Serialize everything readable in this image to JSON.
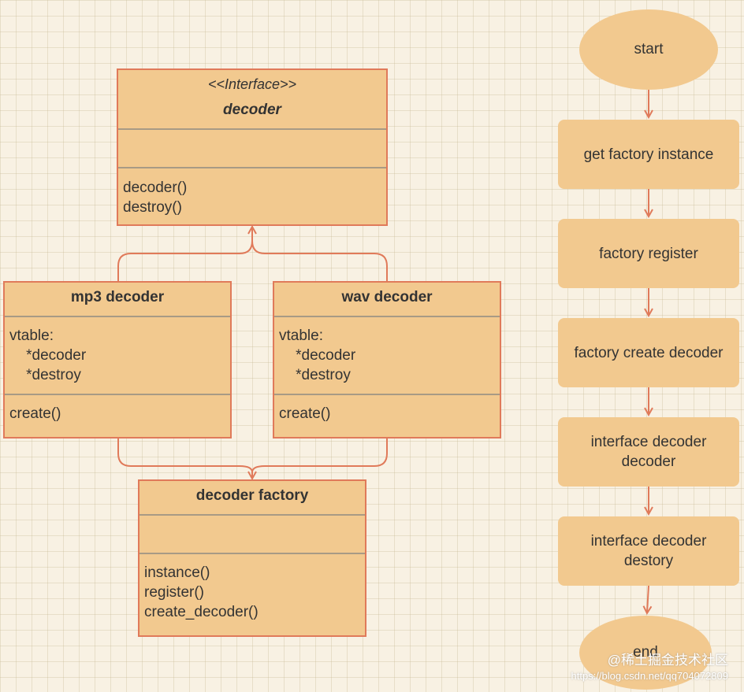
{
  "uml": {
    "decoder_interface": {
      "stereotype": "<<Interface>>",
      "name": "decoder",
      "attributes": [],
      "methods": [
        "decoder()",
        "destroy()"
      ]
    },
    "mp3_decoder": {
      "name": "mp3 decoder",
      "attributes": [
        "vtable:",
        "    *decoder",
        "    *destroy"
      ],
      "methods": [
        "create()"
      ]
    },
    "wav_decoder": {
      "name": "wav decoder",
      "attributes": [
        "vtable:",
        "    *decoder",
        "    *destroy"
      ],
      "methods": [
        "create()"
      ]
    },
    "decoder_factory": {
      "name": "decoder factory",
      "attributes": [],
      "methods": [
        "instance()",
        "register()",
        "create_decoder()"
      ]
    }
  },
  "flow": {
    "start": "start",
    "steps": [
      "get factory instance",
      "factory register",
      "factory create decoder",
      "interface decoder\ndecoder",
      "interface decoder\ndestory"
    ],
    "end": "end"
  },
  "watermark": {
    "line1": "@稀土掘金技术社区",
    "line2": "https://blog.csdn.net/qq704072809"
  },
  "colors": {
    "node_fill": "#f2c98f",
    "border": "#e07a5a",
    "arrow": "#e07a5a",
    "separator": "#a89a85",
    "background": "#f8f1e3"
  }
}
